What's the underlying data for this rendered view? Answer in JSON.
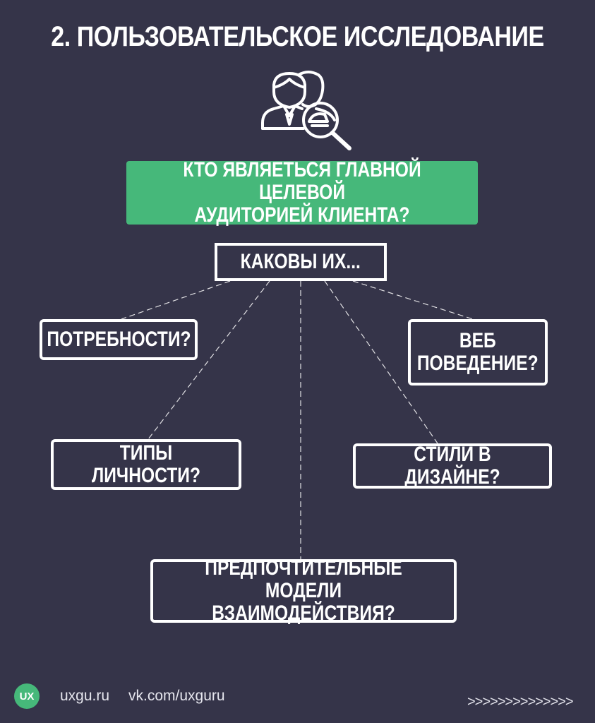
{
  "title": "2. ПОЛЬЗОВАТЕЛЬСКОЕ ИССЛЕДОВАНИЕ",
  "icon": "user-research-icon",
  "question": "КТО ЯВЛЯЕТЬСЯ ГЛАВНОЙ ЦЕЛЕВОЙ\nАУДИТОРИЕЙ КЛИЕНТА?",
  "center_label": "КАКОВЫ ИХ...",
  "nodes": {
    "needs": "ПОТРЕБНОСТИ?",
    "web_behavior": "ВЕБ\nПОВЕДЕНИЕ?",
    "personality_types": "ТИПЫ ЛИЧНОСТИ?",
    "design_styles": "СТИЛИ В ДИЗАЙНЕ?",
    "interaction_models": "ПРЕДПОЧТИТЕЛЬНЫЕ МОДЕЛИ\nВЗАИМОДЕЙСТВИЯ?"
  },
  "footer": {
    "logo": "UX",
    "site": "uxgu.ru",
    "vk": "vk.com/uxguru",
    "arrows": ">>>>>>>>>>>>>>"
  },
  "colors": {
    "background": "#353449",
    "accent": "#46b87a",
    "text": "#ffffff"
  }
}
